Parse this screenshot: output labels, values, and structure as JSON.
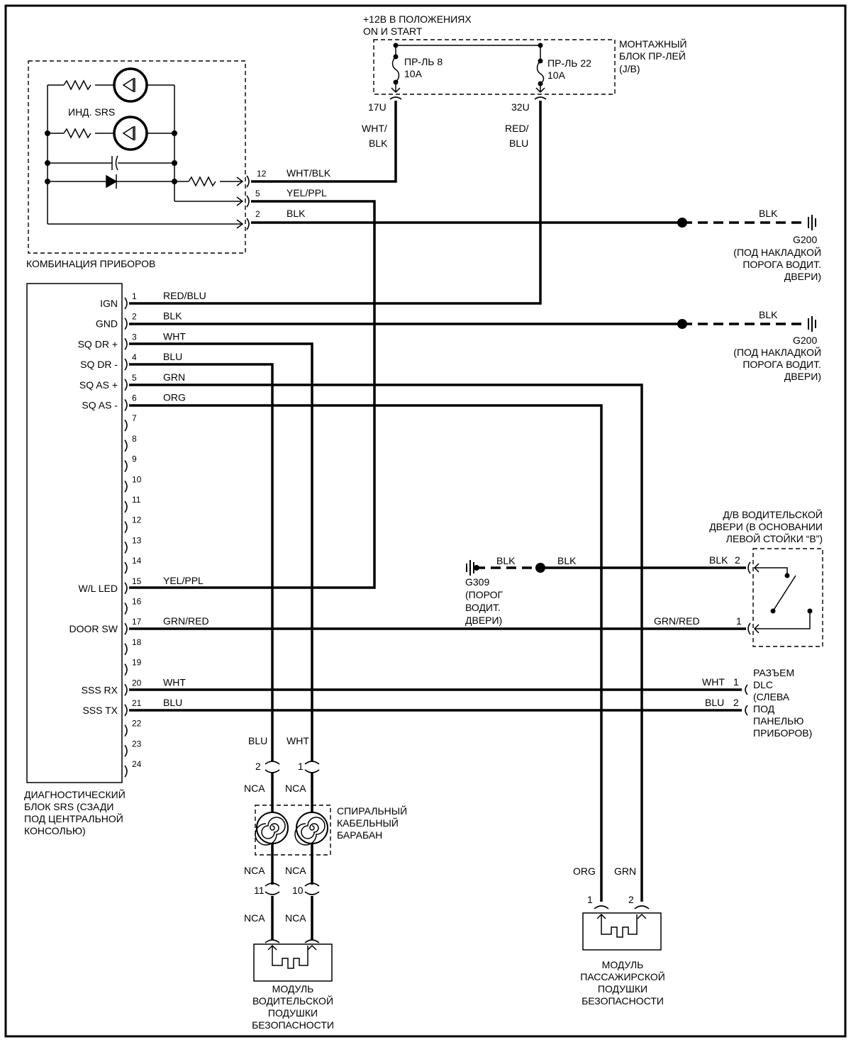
{
  "top_supply": {
    "line1": "+12В В ПОЛОЖЕНИЯХ",
    "line2": "ON И START"
  },
  "junction_block": {
    "label": [
      "МОНТАЖНЫЙ",
      "БЛОК ПР-ЛЕЙ",
      "(J/B)"
    ],
    "fuse8": {
      "name": "ПР-ЛЬ 8",
      "rating": "10A",
      "terminal": "17U",
      "wire": [
        "WHT/",
        "BLK"
      ]
    },
    "fuse22": {
      "name": "ПР-ЛЬ 22",
      "rating": "10A",
      "terminal": "32U",
      "wire": [
        "RED/",
        "BLU"
      ]
    }
  },
  "instrument_cluster": {
    "label": "КОМБИНАЦИЯ ПРИБОРОВ",
    "srs_indicator": "ИНД. SRS",
    "pins": [
      {
        "num": "12",
        "wire": "WHT/BLK"
      },
      {
        "num": "5",
        "wire": "YEL/PPL"
      },
      {
        "num": "2",
        "wire": "BLK"
      }
    ]
  },
  "grounds": {
    "g200_a": {
      "wire": "BLK",
      "name": "G200",
      "desc": [
        "(ПОД НАКЛАДКОЙ",
        "ПОРОГА ВОДИТ.",
        "ДВЕРИ)"
      ]
    },
    "g200_b": {
      "wire": "BLK",
      "name": "G200",
      "desc": [
        "(ПОД НАКЛАДКОЙ",
        "ПОРОГА ВОДИТ.",
        "ДВЕРИ)"
      ]
    },
    "g309": {
      "wire_left": "BLK",
      "wire_right": "BLK",
      "name": "G309",
      "desc": [
        "(ПОРОГ",
        "ВОДИТ.",
        "ДВЕРИ)"
      ]
    }
  },
  "srs_unit": {
    "label": [
      "ДИАГНОСТИЧЕСКИЙ",
      "БЛОК SRS (СЗАДИ",
      "ПОД ЦЕНТРАЛЬНОЙ",
      "КОНСОЛЬЮ)"
    ],
    "pins": [
      {
        "num": "1",
        "name": "IGN",
        "wire": "RED/BLU"
      },
      {
        "num": "2",
        "name": "GND",
        "wire": "BLK"
      },
      {
        "num": "3",
        "name": "SQ DR +",
        "wire": "WHT"
      },
      {
        "num": "4",
        "name": "SQ DR -",
        "wire": "BLU"
      },
      {
        "num": "5",
        "name": "SQ AS +",
        "wire": "GRN"
      },
      {
        "num": "6",
        "name": "SQ AS -",
        "wire": "ORG"
      },
      {
        "num": "7",
        "name": "",
        "wire": ""
      },
      {
        "num": "8",
        "name": "",
        "wire": ""
      },
      {
        "num": "9",
        "name": "",
        "wire": ""
      },
      {
        "num": "10",
        "name": "",
        "wire": ""
      },
      {
        "num": "11",
        "name": "",
        "wire": ""
      },
      {
        "num": "12",
        "name": "",
        "wire": ""
      },
      {
        "num": "13",
        "name": "",
        "wire": ""
      },
      {
        "num": "14",
        "name": "",
        "wire": ""
      },
      {
        "num": "15",
        "name": "W/L LED",
        "wire": "YEL/PPL"
      },
      {
        "num": "16",
        "name": "",
        "wire": ""
      },
      {
        "num": "17",
        "name": "DOOR SW",
        "wire": "GRN/RED"
      },
      {
        "num": "18",
        "name": "",
        "wire": ""
      },
      {
        "num": "19",
        "name": "",
        "wire": ""
      },
      {
        "num": "20",
        "name": "SSS RX",
        "wire": "WHT"
      },
      {
        "num": "21",
        "name": "SSS TX",
        "wire": "BLU"
      },
      {
        "num": "22",
        "name": "",
        "wire": ""
      },
      {
        "num": "23",
        "name": "",
        "wire": ""
      },
      {
        "num": "24",
        "name": "",
        "wire": ""
      }
    ]
  },
  "door_switch": {
    "label": [
      "Д/В ВОДИТЕЛЬСКОЙ",
      "ДВЕРИ (В ОСНОВАНИИ",
      "ЛЕВОЙ СТОЙКИ “В”)"
    ],
    "pin2": {
      "num": "2",
      "wire": "BLK"
    },
    "pin1": {
      "num": "1",
      "wire": "GRN/RED"
    }
  },
  "dlc": {
    "label": [
      "РАЗЪЕМ",
      "DLC",
      "(СЛЕВА",
      "ПОД",
      "ПАНЕЛЬЮ",
      "ПРИБОРОВ)"
    ],
    "pin1": {
      "num": "1",
      "wire": "WHT"
    },
    "pin2": {
      "num": "2",
      "wire": "BLU"
    }
  },
  "clockspring": {
    "label": [
      "СПИРАЛЬНЫЙ",
      "КАБЕЛЬНЫЙ",
      "БАРАБАН"
    ],
    "left": {
      "wire": "BLU",
      "pin_top": "2",
      "nca1": "NCA",
      "nca2": "NCA",
      "pin_bottom": "11",
      "nca3": "NCA"
    },
    "right": {
      "wire": "WHT",
      "pin_top": "1",
      "nca1": "NCA",
      "nca2": "NCA",
      "pin_bottom": "10",
      "nca3": "NCA"
    }
  },
  "driver_module": {
    "label": [
      "МОДУЛЬ",
      "ВОДИТЕЛЬСКОЙ",
      "ПОДУШКИ",
      "БЕЗОПАСНОСТИ"
    ]
  },
  "passenger_module": {
    "label": [
      "МОДУЛЬ",
      "ПАССАЖИРСКОЙ",
      "ПОДУШКИ",
      "БЕЗОПАСНОСТИ"
    ],
    "pin1": {
      "num": "1",
      "wire": "ORG"
    },
    "pin2": {
      "num": "2",
      "wire": "GRN"
    }
  }
}
